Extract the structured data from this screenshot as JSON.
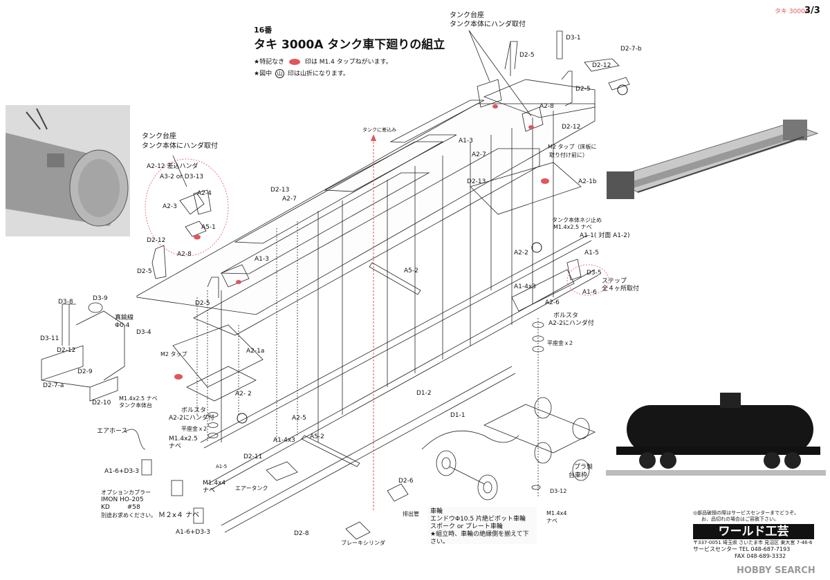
{
  "header": {
    "series_tag": "16番",
    "title": "タキ 3000A タンク車下廻りの組立",
    "page_code": "タキ 3000A",
    "page_num": "3/3",
    "note1_pre": "★特記なき",
    "note1_post": "印は M1.4 タップねがいます。",
    "note2_pre": "★図中",
    "note2_post": "印は山折になります。",
    "mark_char": "山"
  },
  "callouts": {
    "tank_base_top_1": "タンク台座",
    "tank_base_top_2": "タンク本体にハンダ取付",
    "tank_base_left_1": "タンク台座",
    "tank_base_left_2": "タンク本体にハンダ取付",
    "a212_solder": "A2-12 差込ハンダ",
    "a32_or": "A3-2 or D3-13",
    "tank_insert": "タンクに差込み",
    "m2_tap_1": "M2 タップ（床板に",
    "m2_tap_2": "取り付け前に）",
    "tank_screw_1": "タンク本体ネジ止め",
    "tank_screw_2": "M1.4x2.5 ナベ",
    "a11_pair": "A1-1( 対面 A1-2)",
    "step_1": "ステップ",
    "step_2": "全４ヶ所取付",
    "bolster_1": "ボルスタ",
    "bolster_2": "A2-2にハンダ付",
    "washer": "平座金ｘ2",
    "wire": "真鍮線",
    "wire_dia": "Φ0.4",
    "m2_tap_left": "M2 タップ",
    "screw_left_1": "M1.4x2.5 ナベ",
    "screw_left_2": "タンク本体台",
    "bolster_left_1": "ボルスタ",
    "bolster_left_2": "A2-2にハンダ付",
    "washer_left": "平座金ｘ2",
    "m14x25": "M1.4x2.5",
    "nabe": "ナベ",
    "m14x4": "M1.4x4",
    "nabe2": "ナベ",
    "air_hose": "エアホース",
    "air_tank": "エアータンク",
    "drain_pipe": "排出管",
    "brake_cyl": "ブレーキシリンダ",
    "plastic_1": "プラ製",
    "plastic_2": "台車枠",
    "m14x4_r": "M1.4x4",
    "nabe_r": "ナベ",
    "m2x4": "Ｍ２x４ ナベ"
  },
  "parts": {
    "d31": "D3-1",
    "d27b": "D2-7-b",
    "d25a": "D2-5",
    "d212a": "D2-12",
    "d25b": "D2-5",
    "a28a": "A2-8",
    "d212b": "D2-12",
    "a13a": "A1-3",
    "a27a": "A2-7",
    "d213a": "D2-13",
    "a21b": "A2-1b",
    "d213b": "D2-13",
    "a27b": "A2-7",
    "a34": "A2-4",
    "a23": "A2-3",
    "a51": "A5-1",
    "d212c": "D2-12",
    "a28b": "A2-8",
    "a13b": "A1-3",
    "a52a": "A5-2",
    "a22a": "A2-2",
    "a15": "A1-5",
    "d35": "D3-5",
    "a16": "A1-6",
    "a14x3": "A1-4x3",
    "a26": "A2-6",
    "d25c": "D2-5",
    "d25d": "D2-5",
    "d38": "D3-8",
    "d39": "D3-9",
    "d34": "D3-4",
    "d311": "D3-11",
    "d212d": "D2-12",
    "d29": "D2-9",
    "d27a": "D2-7-a",
    "d210": "D2-10",
    "a21a": "A2-1a",
    "a22b": "A2- 2",
    "a25": "A2-5",
    "a14x3b": "A1-4x3",
    "a52b": "A5-2",
    "d12": "D1-2",
    "d11": "D1-1",
    "d211": "D2-11",
    "a15b": "A1-5",
    "a16d33a": "A1-6+D3-3",
    "a16d33b": "A1-6+D3-3",
    "d26": "D2-6",
    "d28": "D2-8",
    "d312": "D3-12"
  },
  "option_box": {
    "line1": "オプションカプラー",
    "line2": "IMON  HO-205",
    "line3": "KD",
    "line3b": "#58",
    "line4": "別途お求めください。"
  },
  "wheel_box": {
    "line1": "車輪",
    "line2": "エンドウΦ10.5 片絶ピボット車輪",
    "line3": "スポーク or プレート車輪",
    "line4": "★組立時、車輪の絶縁側を揃えて下さい。"
  },
  "company": {
    "notice1": "◎部品破損の際はサービスセンターまでどうぞ。",
    "notice2": "お、品切れの場合はご容赦下さい。",
    "name": "ワールド工芸",
    "address": "〒337-0051 埼玉県 さいたま市 見沼区 東大宮 7-46-6",
    "tel": "サービスセンター  TEL  048-687-7193",
    "fax": "FAX  048-689-3332",
    "watermark": "HOBBY SEARCH"
  },
  "colors": {
    "accent": "#e0565b",
    "ink": "#111111",
    "photo_bg": "#cfcfcf"
  }
}
